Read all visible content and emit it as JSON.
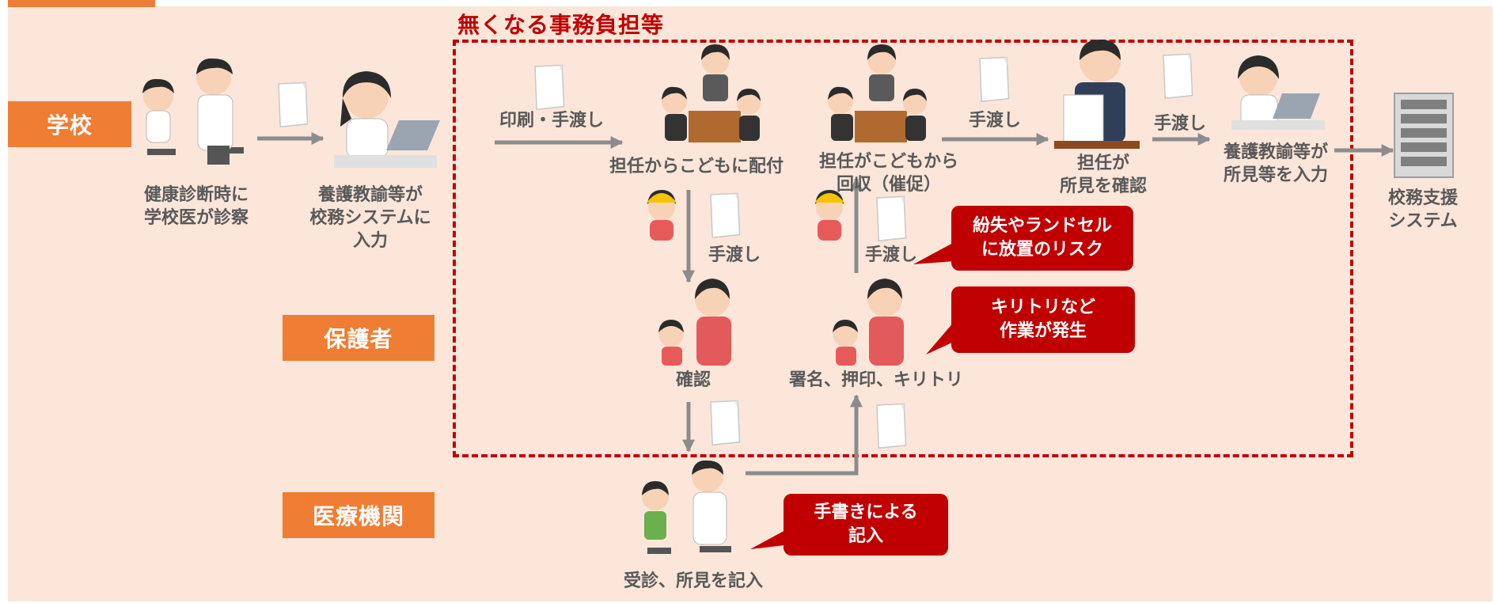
{
  "zone_title": "無くなる事務負担等",
  "lanes": {
    "school": "学校",
    "guardian": "保護者",
    "medical": "医療機関"
  },
  "nodes": {
    "exam": "健康診断時に\n学校医が診察",
    "input1": "養護教諭等が\n校務システムに\n入力",
    "distribute": "担任からこどもに配付",
    "collect": "担任がこどもから\n回収（催促）",
    "check": "担任が\n所見を確認",
    "input2": "養護教諭等が\n所見等を入力",
    "system": "校務支援\nシステム",
    "confirm": "確認",
    "sign": "署名、押印、キリトリ",
    "consult": "受診、所見を記入"
  },
  "edges": {
    "print": "印刷・手渡し",
    "hand1": "手渡し",
    "hand2": "手渡し",
    "hand3": "手渡し",
    "hand4": "手渡し"
  },
  "callouts": {
    "loss": "紛失やランドセル\nに放置のリスク",
    "cut": "キリトリなど\n作業が発生",
    "handwrite": "手書きによる\n記入"
  },
  "colors": {
    "lane": "#ef7d34",
    "zone": "#c00000",
    "arrow": "#8c8c8c",
    "text": "#595959",
    "background": "#fce6d9"
  }
}
